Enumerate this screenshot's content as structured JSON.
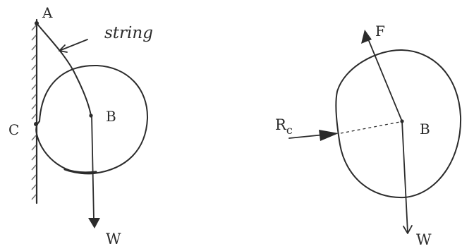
{
  "left_figure": {
    "labels": {
      "point_a": "A",
      "point_b": "B",
      "point_c": "C",
      "string": "string",
      "weight": "W"
    }
  },
  "right_figure": {
    "labels": {
      "force_f": "F",
      "reaction_prefix": "R",
      "reaction_subscript": "c",
      "point_b": "B",
      "weight": "W"
    }
  },
  "colors": {
    "ink": "#2b2b2b",
    "wall_hatch": "#6e6e6e",
    "background": "#ffffff"
  }
}
